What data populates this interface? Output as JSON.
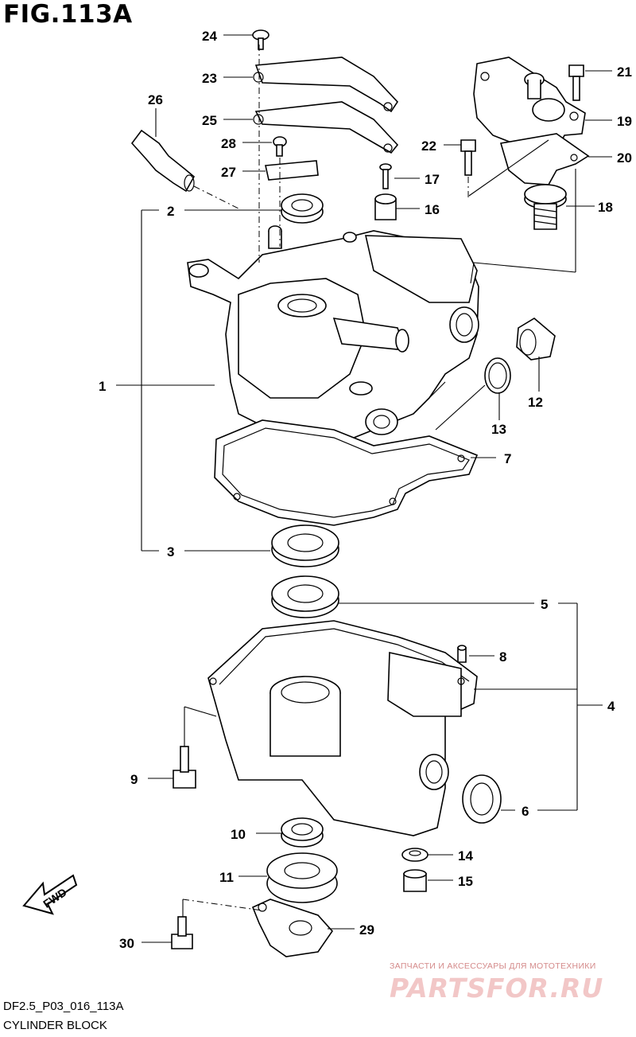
{
  "figure": {
    "title": "FIG.113A",
    "code": "DF2.5_P03_016_113A",
    "description": "CYLINDER BLOCK"
  },
  "watermark": {
    "tagline": "ЗАПЧАСТИ И АКСЕССУАРЫ ДЛЯ МОТОТЕХНИКИ",
    "brand": "PARTSFOR.RU"
  },
  "fwd_label": "FWD",
  "callouts": [
    "1",
    "2",
    "3",
    "4",
    "5",
    "6",
    "7",
    "8",
    "9",
    "10",
    "11",
    "12",
    "13",
    "14",
    "15",
    "16",
    "17",
    "18",
    "19",
    "20",
    "21",
    "22",
    "23",
    "24",
    "25",
    "26",
    "27",
    "28",
    "29",
    "30"
  ]
}
